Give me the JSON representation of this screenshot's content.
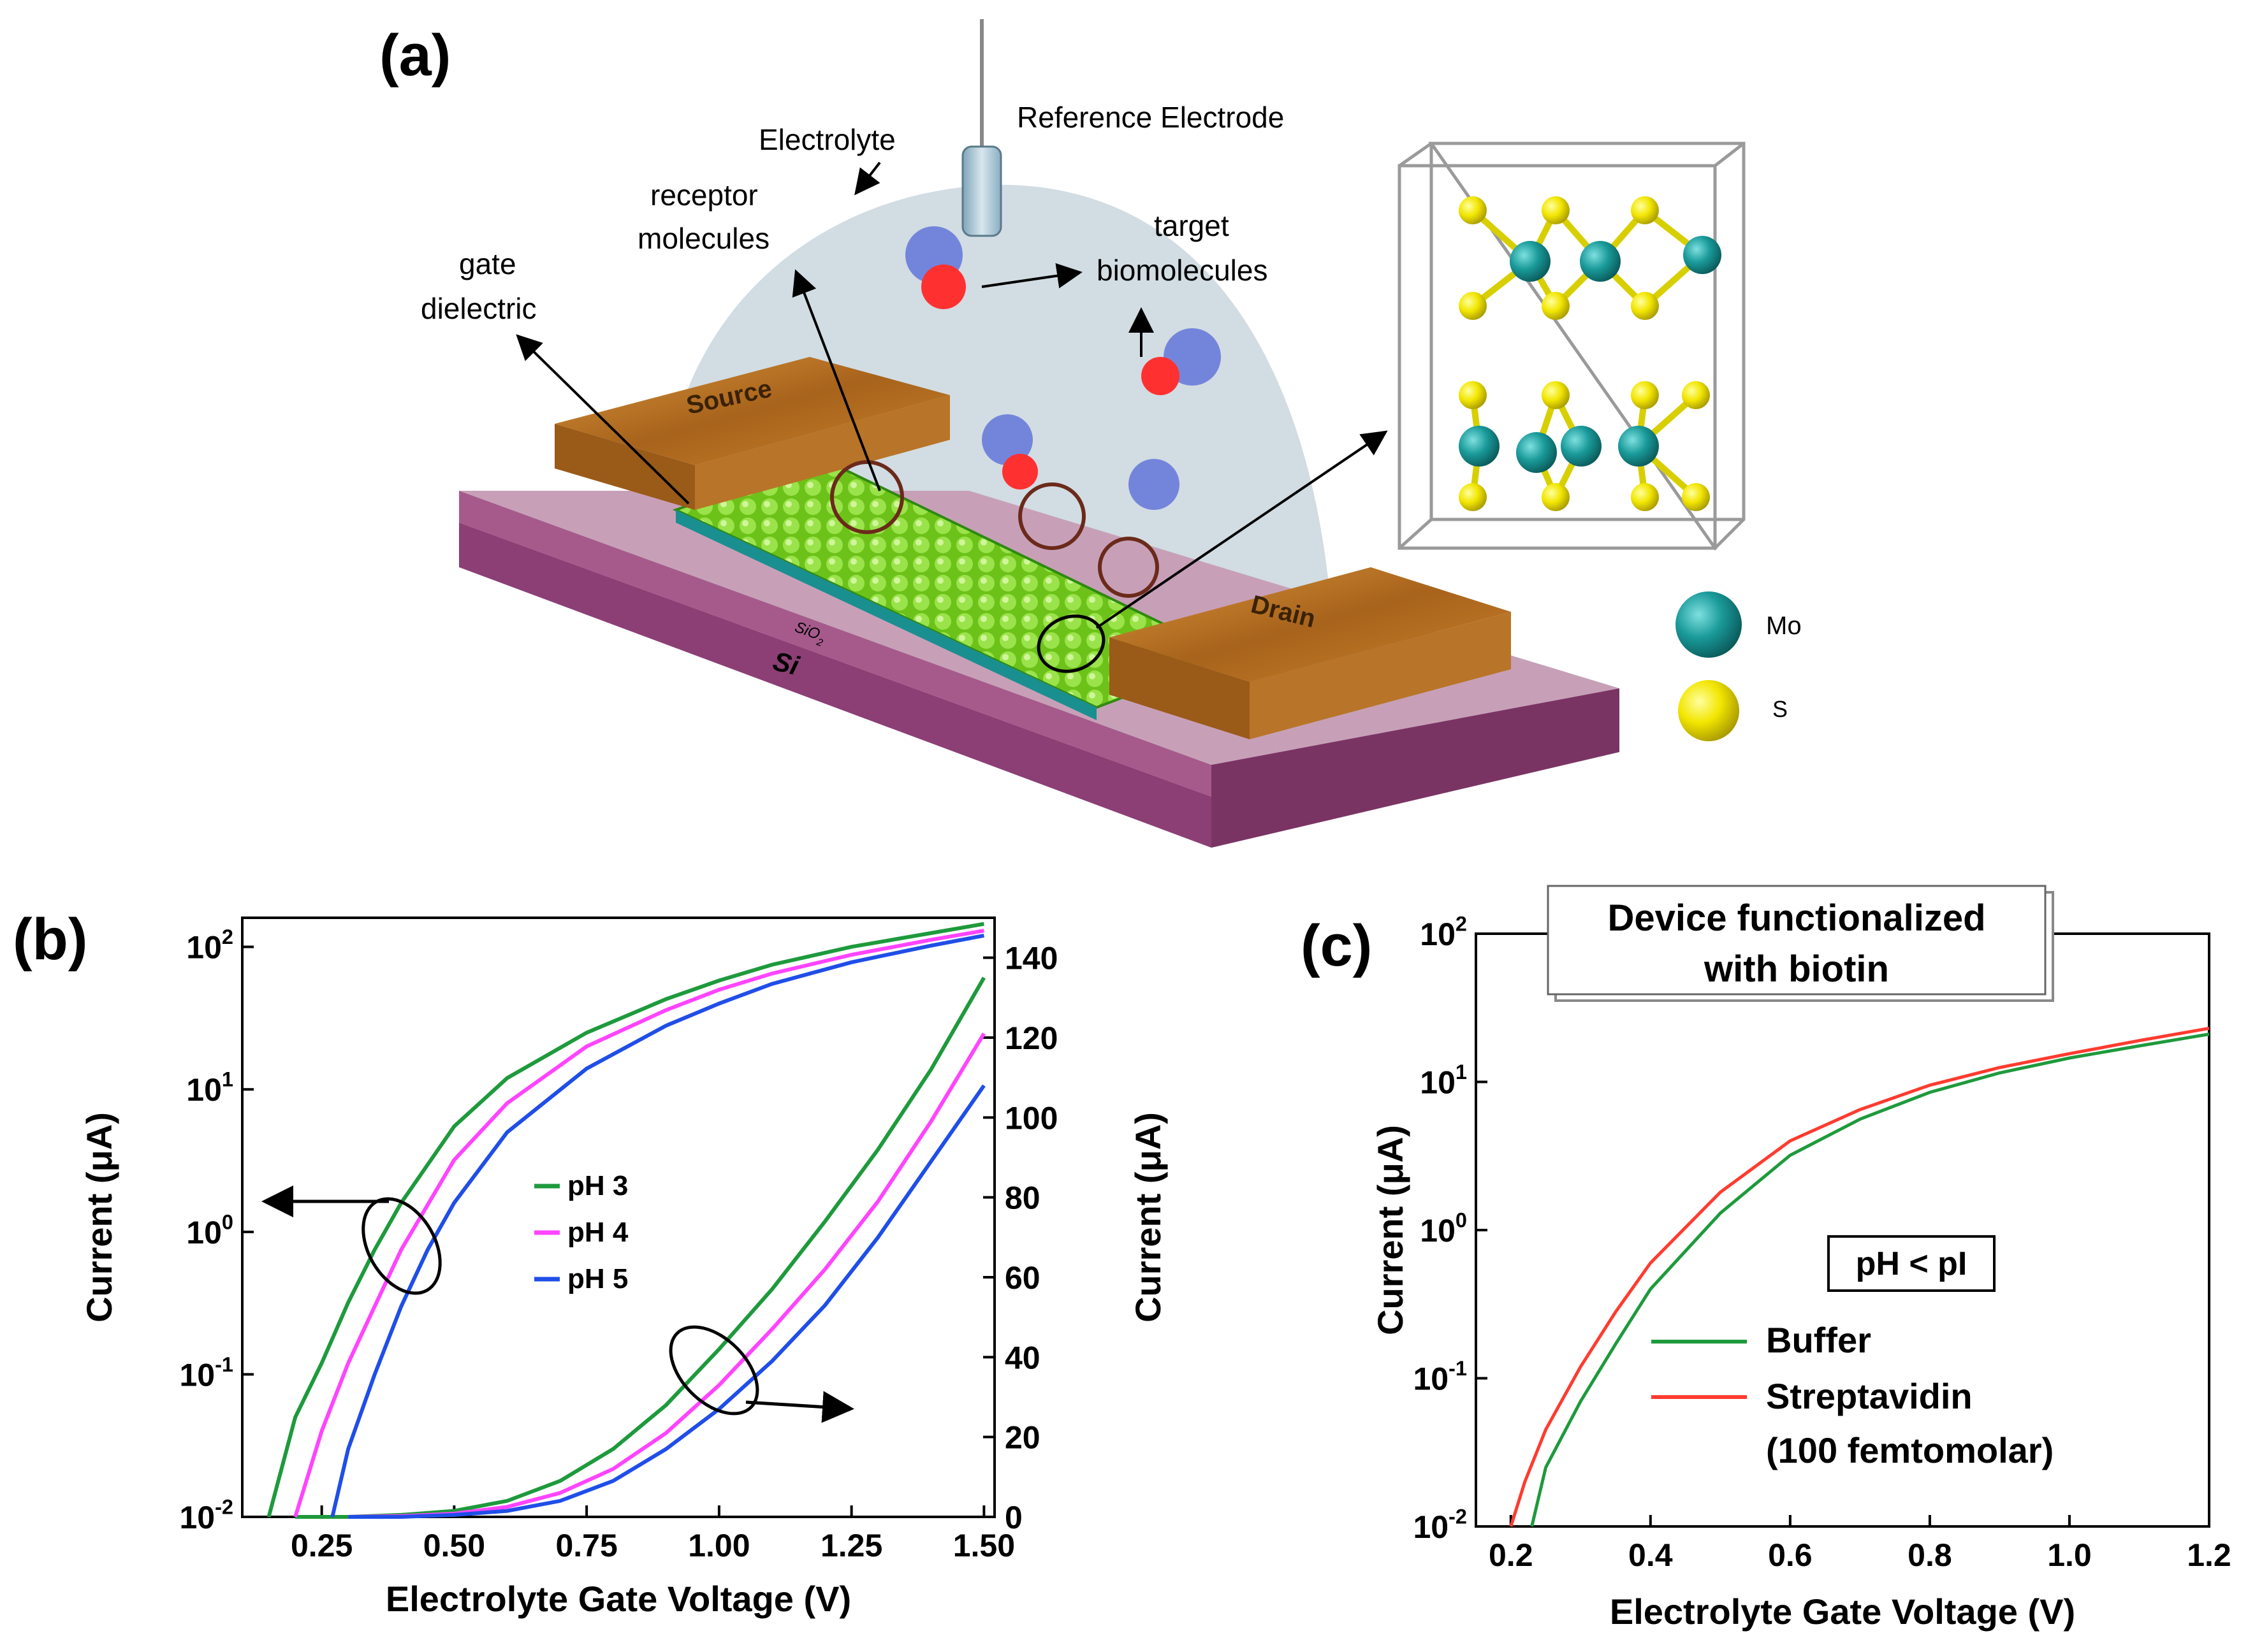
{
  "panel_a": {
    "label": "(a)",
    "reference_electrode": "Reference Electrode",
    "electrolyte": "Electrolyte",
    "receptor": [
      "receptor",
      "molecules"
    ],
    "target": [
      "target",
      "biomolecules"
    ],
    "gate_dielectric": [
      "gate",
      "dielectric"
    ],
    "source": "Source",
    "drain": "Drain",
    "sio2": "SiO",
    "sio2_sub": "2",
    "si": "Si",
    "legend": [
      {
        "label": "Mo",
        "color": "#1a9a9a"
      },
      {
        "label": "S",
        "color": "#f2e600"
      }
    ]
  },
  "colors": {
    "electrode": "#b8701e",
    "substrate": "#9a4a7e",
    "channel": "#7ed321",
    "electrolyte": "#cdd8e0",
    "green_series": "#1e9a3c",
    "magenta_series": "#ff44ff",
    "blue_series": "#1f4ee8",
    "red_series": "#ff3b2f"
  },
  "chart_data": [
    {
      "panel_label": "(b)",
      "type": "line",
      "xlabel": "Electrolyte Gate Voltage (V)",
      "ylabel_left": "Current (μA)",
      "ylabel_right": "Current (μA)",
      "xlim": [
        0.1,
        1.52
      ],
      "x_ticks": [
        0.25,
        0.5,
        0.75,
        1.0,
        1.25,
        1.5
      ],
      "x_tick_labels": [
        "0.25",
        "0.50",
        "0.75",
        "1.00",
        "1.25",
        "1.50"
      ],
      "y_left_scale": "log",
      "y_left_lim": [
        0.01,
        160
      ],
      "y_left_ticks": [
        0.01,
        0.1,
        1,
        10,
        100
      ],
      "y_left_tick_labels": [
        {
          "base": "10",
          "exp": "-2"
        },
        {
          "base": "10",
          "exp": "-1"
        },
        {
          "base": "10",
          "exp": "0"
        },
        {
          "base": "10",
          "exp": "1"
        },
        {
          "base": "10",
          "exp": "2"
        }
      ],
      "y_right_lim": [
        0,
        150
      ],
      "y_right_ticks": [
        0,
        20,
        40,
        60,
        80,
        100,
        120,
        140
      ],
      "y_right_tick_labels": [
        "0",
        "20",
        "40",
        "60",
        "80",
        "100",
        "120",
        "140"
      ],
      "legend_position": "center",
      "series": [
        {
          "name": "pH 3",
          "color": "#1e9a3c",
          "log_axis": {
            "x": [
              0.15,
              0.2,
              0.25,
              0.3,
              0.35,
              0.4,
              0.5,
              0.6,
              0.75,
              0.9,
              1.0,
              1.1,
              1.25,
              1.4,
              1.5
            ],
            "y": [
              0.01,
              0.05,
              0.12,
              0.32,
              0.75,
              1.6,
              5.5,
              12,
              25,
              43,
              58,
              75,
              100,
              125,
              145
            ]
          },
          "linear_axis": {
            "x": [
              0.2,
              0.3,
              0.4,
              0.5,
              0.6,
              0.7,
              0.8,
              0.9,
              1.0,
              1.1,
              1.2,
              1.3,
              1.4,
              1.5
            ],
            "y": [
              0,
              0,
              0.5,
              1.5,
              4,
              9,
              17,
              28,
              42,
              57,
              74,
              92,
              112,
              135
            ]
          }
        },
        {
          "name": "pH 4",
          "color": "#ff44ff",
          "log_axis": {
            "x": [
              0.2,
              0.25,
              0.3,
              0.35,
              0.4,
              0.5,
              0.6,
              0.75,
              0.9,
              1.0,
              1.1,
              1.25,
              1.4,
              1.5
            ],
            "y": [
              0.01,
              0.04,
              0.12,
              0.3,
              0.75,
              3.2,
              8,
              20,
              36,
              50,
              65,
              88,
              112,
              130
            ]
          },
          "linear_axis": {
            "x": [
              0.3,
              0.4,
              0.5,
              0.6,
              0.7,
              0.8,
              0.9,
              1.0,
              1.1,
              1.2,
              1.3,
              1.4,
              1.5
            ],
            "y": [
              0,
              0.2,
              0.8,
              2.5,
              6,
              12,
              21,
              33,
              47,
              62,
              79,
              99,
              121
            ]
          }
        },
        {
          "name": "pH 5",
          "color": "#1f4ee8",
          "log_axis": {
            "x": [
              0.27,
              0.3,
              0.35,
              0.4,
              0.45,
              0.5,
              0.6,
              0.75,
              0.9,
              1.0,
              1.1,
              1.25,
              1.4,
              1.5
            ],
            "y": [
              0.01,
              0.03,
              0.1,
              0.3,
              0.75,
              1.6,
              5,
              14,
              28,
              40,
              55,
              78,
              102,
              120
            ]
          },
          "linear_axis": {
            "x": [
              0.3,
              0.4,
              0.5,
              0.6,
              0.7,
              0.8,
              0.9,
              1.0,
              1.1,
              1.2,
              1.3,
              1.4,
              1.5
            ],
            "y": [
              0,
              0,
              0.5,
              1.5,
              4,
              9,
              17,
              27,
              39,
              53,
              70,
              89,
              108
            ]
          }
        }
      ]
    },
    {
      "panel_label": "(c)",
      "type": "line",
      "title": [
        "Device functionalized",
        "with biotin"
      ],
      "annotation": "pH < pI",
      "xlabel": "Electrolyte Gate Voltage (V)",
      "ylabel": "Current (μA)",
      "xlim": [
        0.15,
        1.2
      ],
      "x_ticks": [
        0.2,
        0.4,
        0.6,
        0.8,
        1.0,
        1.2
      ],
      "x_tick_labels": [
        "0.2",
        "0.4",
        "0.6",
        "0.8",
        "1.0",
        "1.2"
      ],
      "y_scale": "log",
      "ylim": [
        0.01,
        100
      ],
      "y_ticks": [
        0.01,
        0.1,
        1,
        10,
        100
      ],
      "y_tick_labels": [
        {
          "base": "10",
          "exp": "-2"
        },
        {
          "base": "10",
          "exp": "-1"
        },
        {
          "base": "10",
          "exp": "0"
        },
        {
          "base": "10",
          "exp": "1"
        },
        {
          "base": "10",
          "exp": "2"
        }
      ],
      "legend_position": "bottom-right",
      "series": [
        {
          "name": "Buffer",
          "color": "#1e9a3c",
          "x": [
            0.23,
            0.25,
            0.3,
            0.35,
            0.4,
            0.5,
            0.6,
            0.7,
            0.8,
            0.9,
            1.0,
            1.1,
            1.2
          ],
          "y": [
            0.01,
            0.025,
            0.07,
            0.17,
            0.4,
            1.3,
            3.2,
            5.6,
            8.5,
            11.5,
            14.5,
            17.5,
            21
          ]
        },
        {
          "name": "Streptavidin\n(100 femtomolar)",
          "name_lines": [
            "Streptavidin",
            "(100 femtomolar)"
          ],
          "color": "#ff3b2f",
          "x": [
            0.2,
            0.22,
            0.25,
            0.3,
            0.35,
            0.4,
            0.5,
            0.6,
            0.7,
            0.8,
            0.9,
            1.0,
            1.1,
            1.2
          ],
          "y": [
            0.01,
            0.02,
            0.045,
            0.12,
            0.28,
            0.6,
            1.8,
            4.0,
            6.5,
            9.5,
            12.5,
            15.5,
            19,
            23
          ]
        }
      ]
    }
  ]
}
